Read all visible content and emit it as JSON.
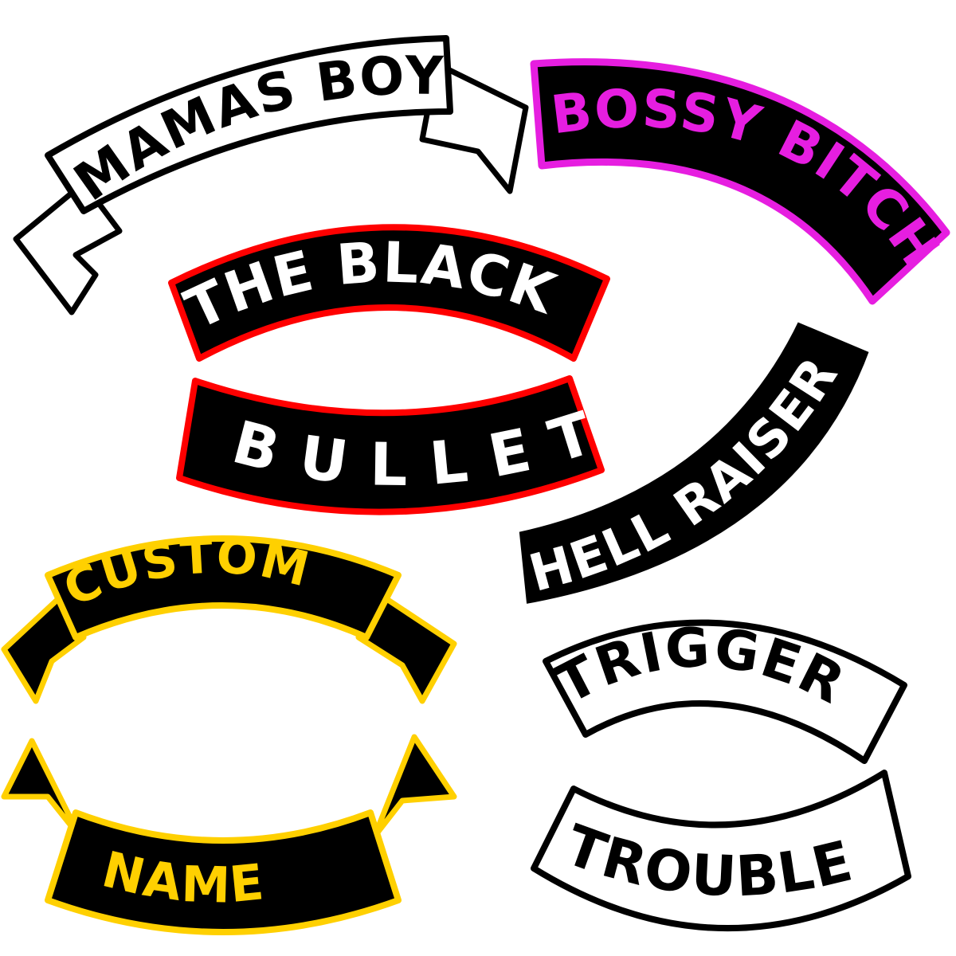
{
  "patches": [
    {
      "id": "mamas-boy",
      "text": "MAMAS BOY",
      "fill": "#ffffff",
      "border": "#000000",
      "text_color": "#000000",
      "style": "banner"
    },
    {
      "id": "bossy-bitch",
      "text": "BOSSY BITCH",
      "fill": "#000000",
      "border": "#e61ee0",
      "text_color": "#e61ee0",
      "style": "curved-bar"
    },
    {
      "id": "the-black",
      "text": "THE BLACK",
      "fill": "#000000",
      "border": "#ff0000",
      "text_color": "#ffffff",
      "style": "top-rocker"
    },
    {
      "id": "bullet",
      "text": "BULLET",
      "fill": "#000000",
      "border": "#ff0000",
      "text_color": "#ffffff",
      "style": "bottom-rocker"
    },
    {
      "id": "hell-raiser",
      "text": "HELL RAISER",
      "fill": "#000000",
      "border": "#ffffff",
      "text_color": "#ffffff",
      "style": "curved-bar"
    },
    {
      "id": "custom",
      "text": "CUSTOM",
      "fill": "#000000",
      "border": "#ffd000",
      "text_color": "#ffd000",
      "style": "banner"
    },
    {
      "id": "name",
      "text": "NAME",
      "fill": "#000000",
      "border": "#ffd000",
      "text_color": "#ffd000",
      "style": "banner"
    },
    {
      "id": "trigger",
      "text": "TRIGGER",
      "fill": "#ffffff",
      "border": "#000000",
      "text_color": "#000000",
      "style": "top-rocker"
    },
    {
      "id": "trouble",
      "text": "TROUBLE",
      "fill": "#ffffff",
      "border": "#000000",
      "text_color": "#000000",
      "style": "bottom-rocker"
    }
  ]
}
